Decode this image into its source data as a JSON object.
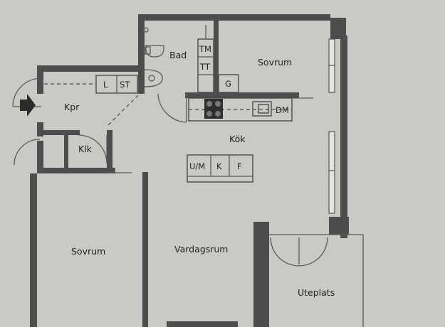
{
  "rooms": {
    "bad": "Bad",
    "sovrum_1": "Sovrum",
    "kpr": "Kpr",
    "klk": "Klk",
    "kok": "Kök",
    "sovrum_2": "Sovrum",
    "vardagsrum": "Vardagsrum",
    "uteplats": "Uteplats"
  },
  "fixtures": {
    "tm": "TM",
    "tt": "TT",
    "l": "L",
    "st": "ST",
    "g": "G",
    "dm": "DM",
    "um": "U/M",
    "k": "K",
    "f": "F"
  },
  "icons": {
    "entrance": "entrance-arrow-icon"
  },
  "colors": {
    "paper": "#c9c9c5",
    "wall": "#4d4d4d"
  }
}
